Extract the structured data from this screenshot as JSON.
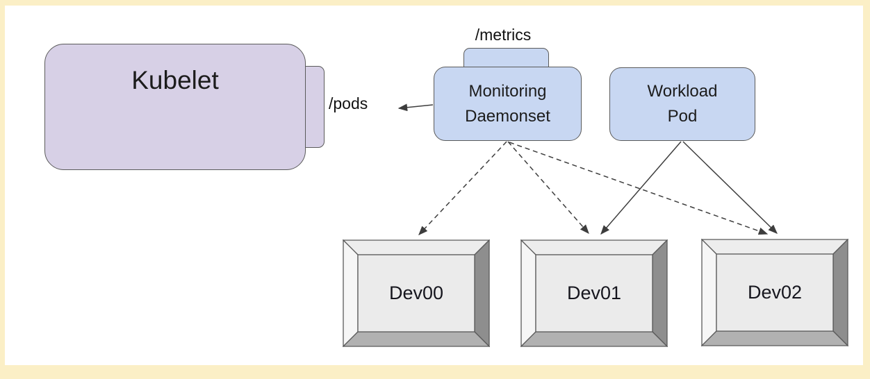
{
  "diagram": {
    "nodes": {
      "kubelet": {
        "label": "Kubelet",
        "endpoint": "/pods"
      },
      "monitoring_daemonset": {
        "line1": "Monitoring",
        "line2": "Daemonset",
        "endpoint": "/metrics"
      },
      "workload_pod": {
        "line1": "Workload",
        "line2": "Pod"
      },
      "devices": [
        {
          "label": "Dev00"
        },
        {
          "label": "Dev01"
        },
        {
          "label": "Dev02"
        }
      ]
    },
    "edges": [
      {
        "from": "monitoring_daemonset",
        "to": "kubelet",
        "via": "/pods",
        "style": "solid-arrow"
      },
      {
        "from": "monitoring_daemonset",
        "to": "Dev00",
        "style": "dashed-arrow"
      },
      {
        "from": "monitoring_daemonset",
        "to": "Dev01",
        "style": "dashed-arrow"
      },
      {
        "from": "monitoring_daemonset",
        "to": "Dev02",
        "style": "dashed-arrow"
      },
      {
        "from": "workload_pod",
        "to": "Dev01",
        "style": "solid-arrow"
      },
      {
        "from": "workload_pod",
        "to": "Dev02",
        "style": "solid-arrow"
      }
    ],
    "colors": {
      "kubelet_fill": "#d7d0e6",
      "pod_fill": "#c8d7f2",
      "node_border": "#5a5a5a",
      "device_face": "#ebebeb",
      "device_bevel_top": "#ededed",
      "device_bevel_left": "#f6f6f6",
      "device_bevel_right": "#8e8e8e",
      "device_bevel_bottom": "#b1b1b1",
      "arrow": "#3d3d3d",
      "page_border": "#fbefc6",
      "canvas_background": "#ffffff"
    }
  }
}
